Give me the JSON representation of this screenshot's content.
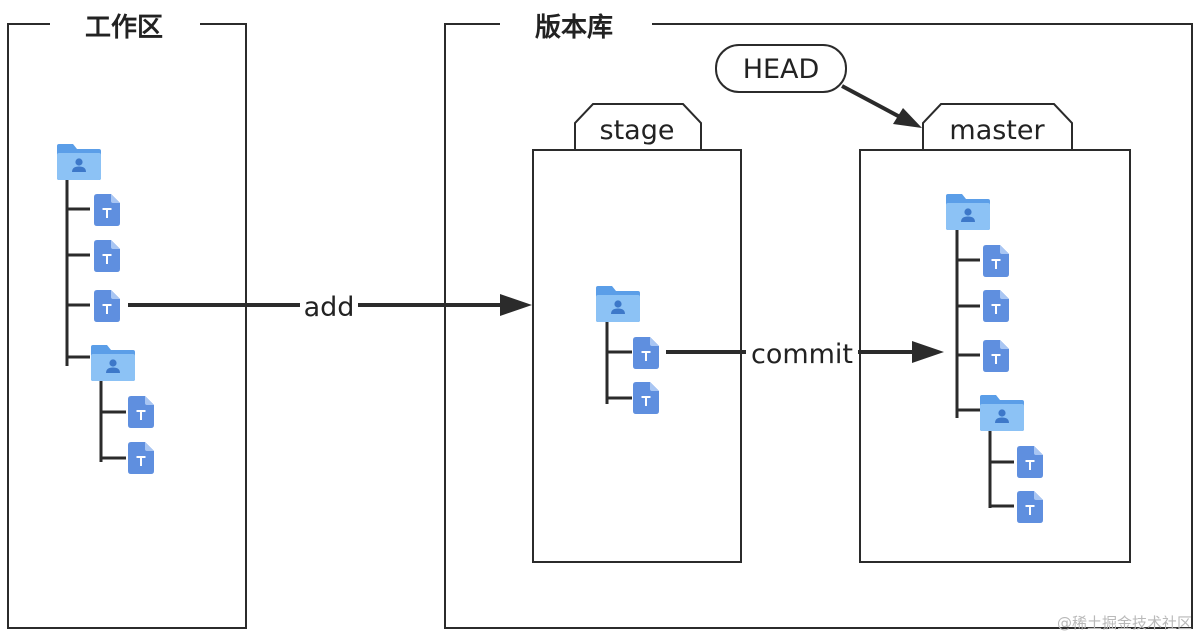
{
  "workspace": {
    "title": "工作区"
  },
  "repository": {
    "title": "版本库"
  },
  "stage": {
    "label": "stage"
  },
  "master": {
    "label": "master"
  },
  "head": {
    "label": "HEAD"
  },
  "arrows": {
    "add_label": "add",
    "commit_label": "commit"
  },
  "file_icon_letter": "T",
  "watermark": "@稀土掘金技术社区",
  "colors": {
    "folder_back": "#5b9ee8",
    "folder_front": "#8cc2f5",
    "file_body": "#5f8fdf",
    "file_fold": "#a9c6f3",
    "line": "#2b2b2b"
  },
  "icons": {
    "folder": "folder-user-icon",
    "file": "text-file-icon"
  }
}
